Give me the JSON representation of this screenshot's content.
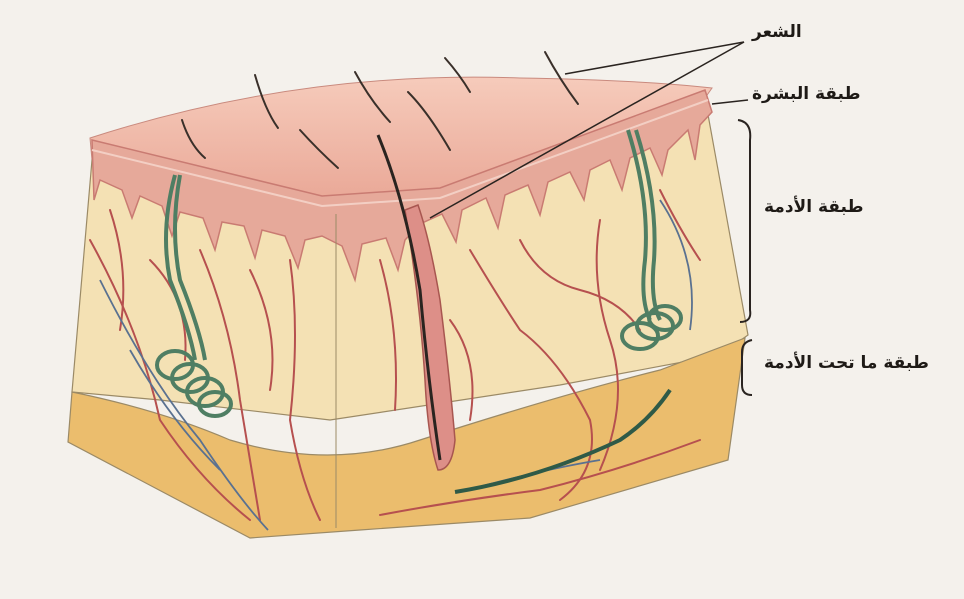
{
  "labels": {
    "hair": "الشعر",
    "epidermis": "طبقة البشرة",
    "dermis": "طبقة الأدمة",
    "hypodermis": "طبقة ما تحت الأدمة"
  },
  "colors": {
    "background": "#f4f1ec",
    "epidermis": "#e6a99a",
    "epidermis_edge": "#c97b72",
    "dermis": "#f4e1b4",
    "hypodermis": "#ebbd6d",
    "vessel_red": "#b6504f",
    "gland_green": "#4f7e63",
    "nerve_blue": "#5a7190",
    "line": "#2a2420"
  }
}
